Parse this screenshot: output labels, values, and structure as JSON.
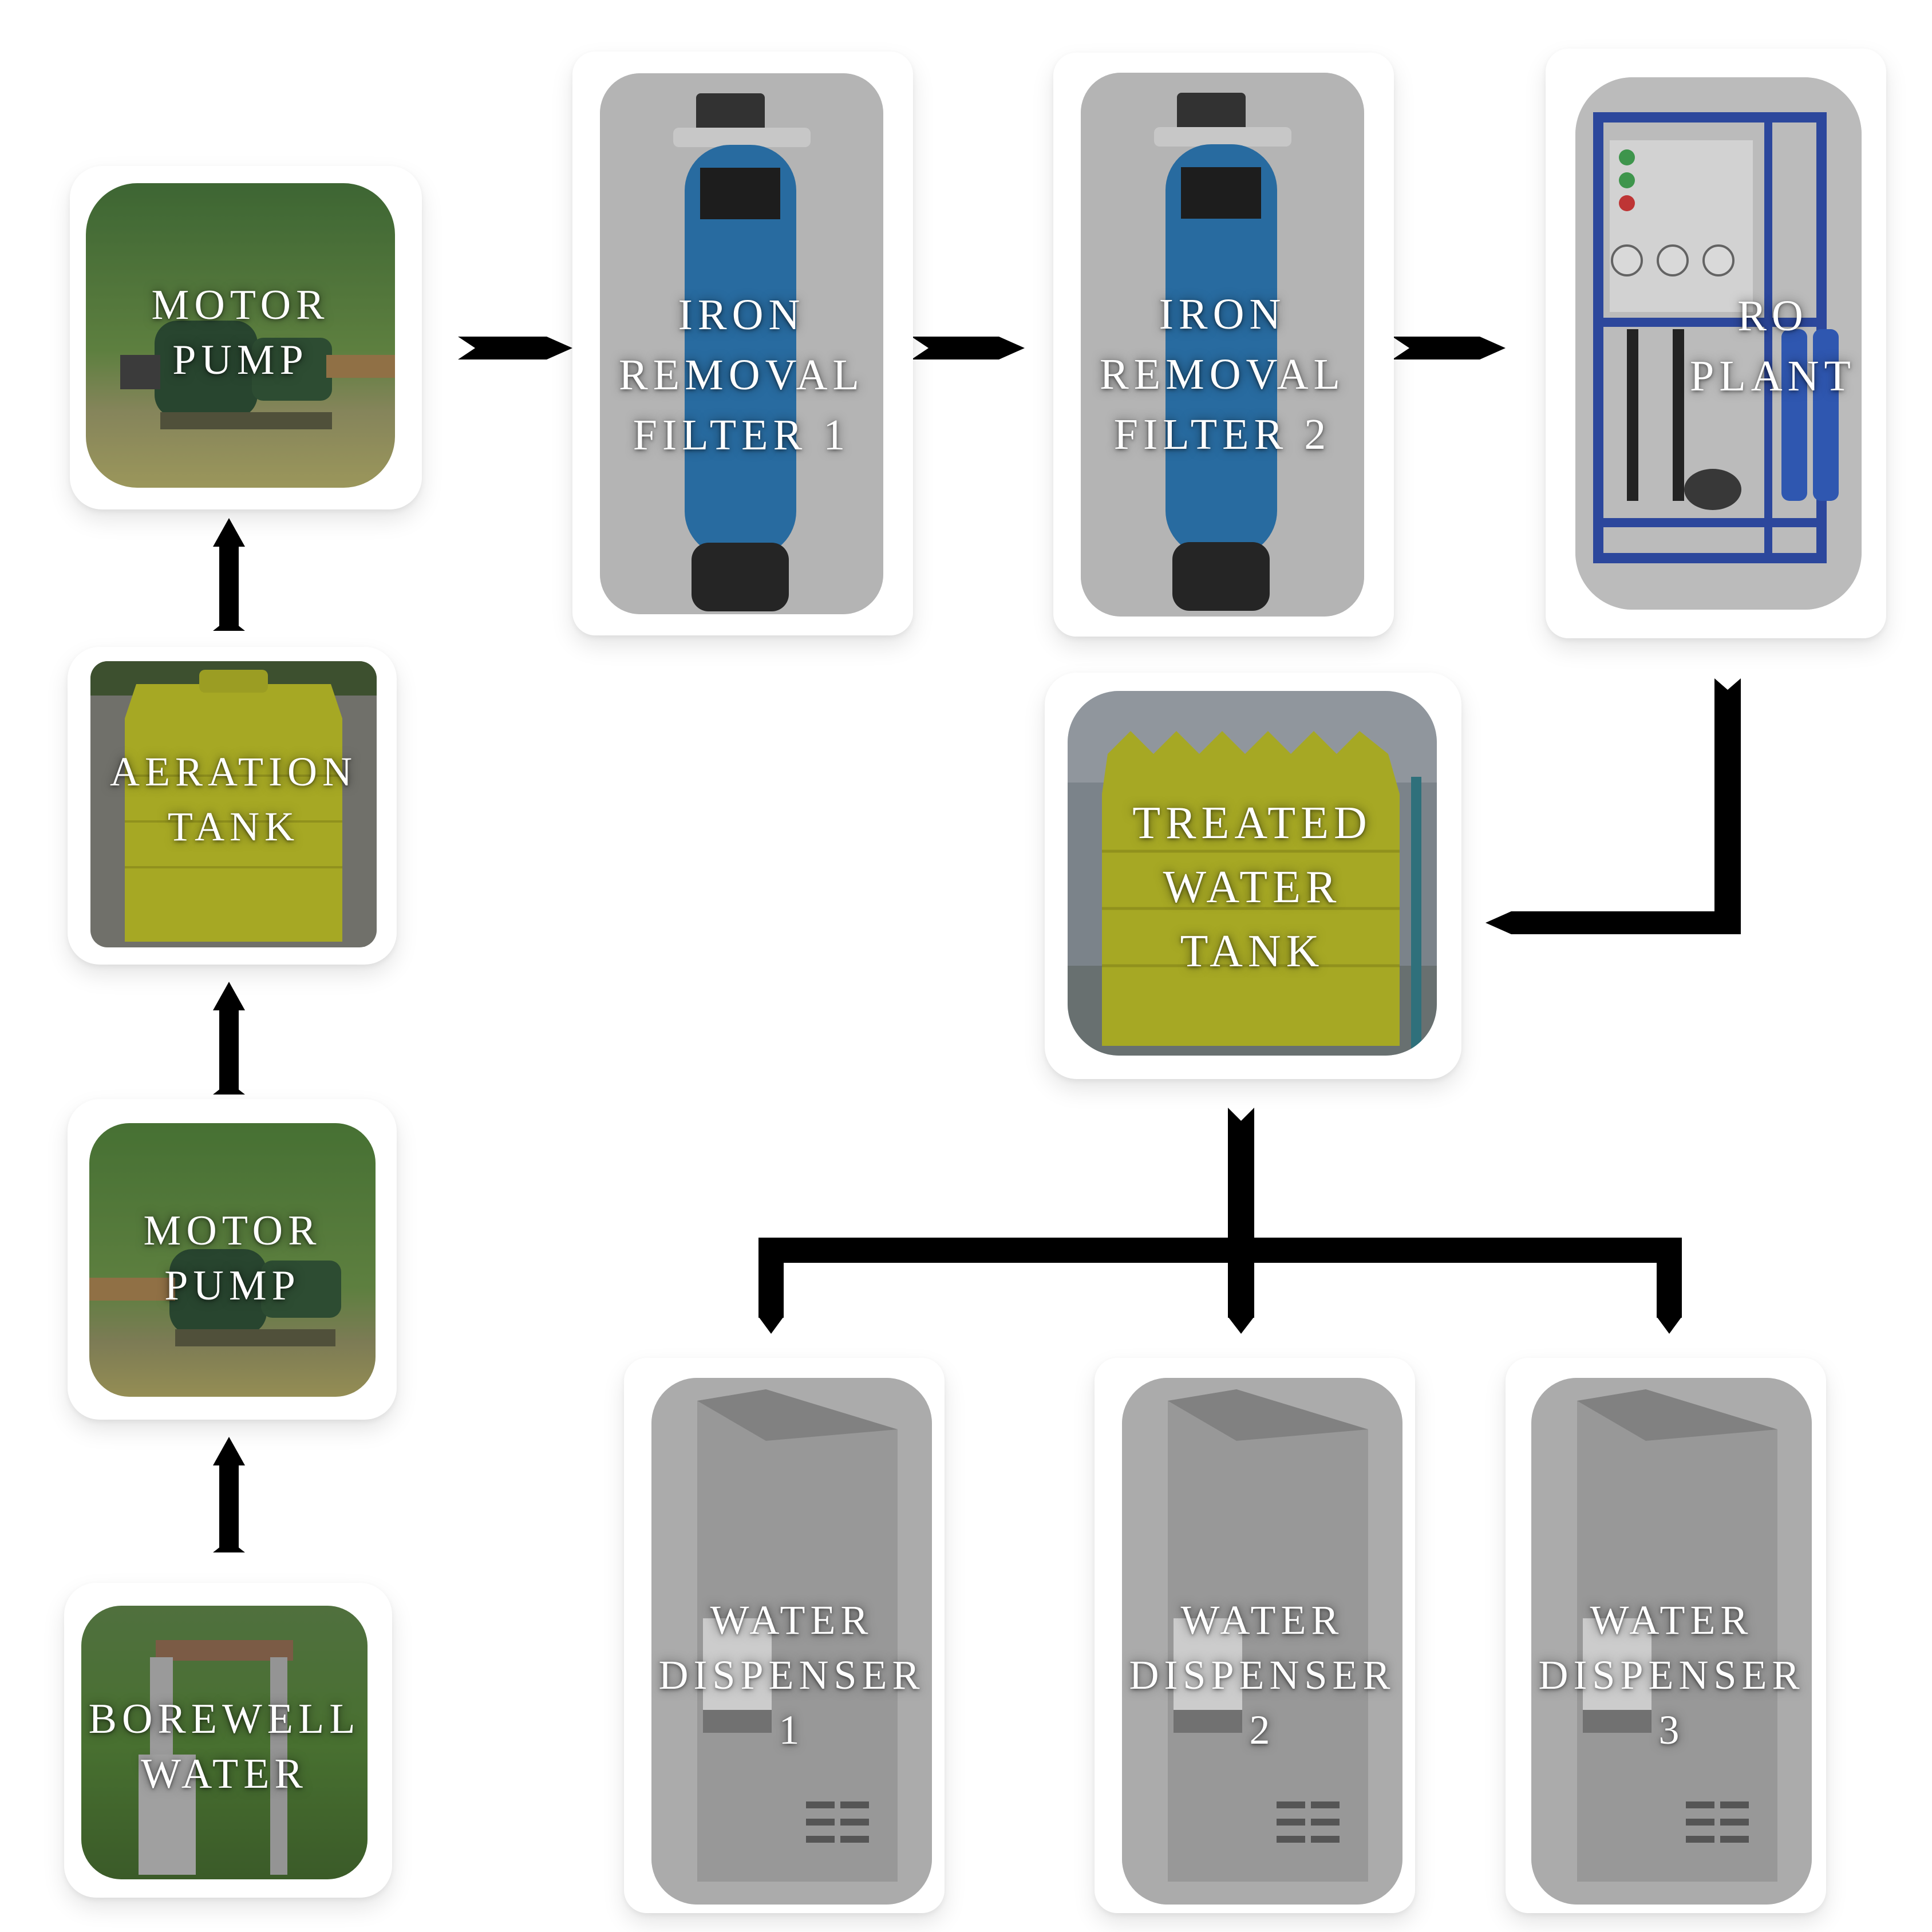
{
  "nodes": {
    "borewell": {
      "line1": "BOREWELL",
      "line2": "WATER"
    },
    "motor_pump_1": {
      "line1": "MOTOR",
      "line2": "PUMP"
    },
    "aeration_tank": {
      "line1": "AERATION",
      "line2": "TANK"
    },
    "motor_pump_2": {
      "line1": "MOTOR",
      "line2": "PUMP"
    },
    "iron_filter_1": {
      "line1": "IRON",
      "line2": "REMOVAL",
      "line3": "FILTER 1"
    },
    "iron_filter_2": {
      "line1": "IRON",
      "line2": "REMOVAL",
      "line3": "FILTER 2"
    },
    "ro_plant": {
      "line1": "RO",
      "line2": "PLANT"
    },
    "treated_tank": {
      "line1": "TREATED",
      "line2": "WATER",
      "line3": "TANK"
    },
    "dispenser_1": {
      "line1": "WATER",
      "line2": "DISPENSER",
      "line3": "1"
    },
    "dispenser_2": {
      "line1": "WATER",
      "line2": "DISPENSER",
      "line3": "2"
    },
    "dispenser_3": {
      "line1": "WATER",
      "line2": "DISPENSER",
      "line3": "3"
    }
  },
  "colors": {
    "arrow": "#000000",
    "filter_blue": "#1e6fb0",
    "tank_yellow": "#d9dc1a",
    "ro_frame": "#2545a8",
    "dispenser_grey": "#9a9a9a",
    "grass_green": "#4f8a2c"
  }
}
